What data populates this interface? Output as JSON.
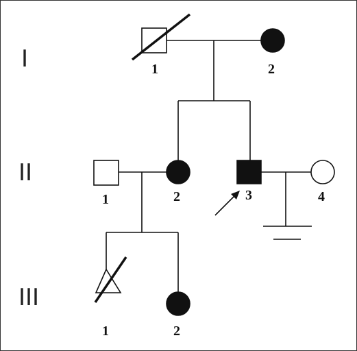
{
  "pedigree": {
    "generations": [
      {
        "label": "I",
        "members": [
          {
            "number": "1",
            "sex": "male",
            "affected": false,
            "deceased": true
          },
          {
            "number": "2",
            "sex": "female",
            "affected": true,
            "deceased": false
          }
        ]
      },
      {
        "label": "II",
        "members": [
          {
            "number": "1",
            "sex": "male",
            "affected": false,
            "deceased": false
          },
          {
            "number": "2",
            "sex": "female",
            "affected": true,
            "deceased": false
          },
          {
            "number": "3",
            "sex": "male",
            "affected": true,
            "deceased": false,
            "proband": true
          },
          {
            "number": "4",
            "sex": "female",
            "affected": false,
            "deceased": false
          }
        ]
      },
      {
        "label": "III",
        "members": [
          {
            "number": "1",
            "sex": "unknown",
            "affected": false,
            "deceased": true
          },
          {
            "number": "2",
            "sex": "female",
            "affected": true,
            "deceased": false
          }
        ]
      }
    ],
    "couple_II3_II4_children": "none"
  },
  "colors": {
    "affected_fill": "#111111",
    "unaffected_fill": "#ffffff",
    "line": "#111111"
  }
}
